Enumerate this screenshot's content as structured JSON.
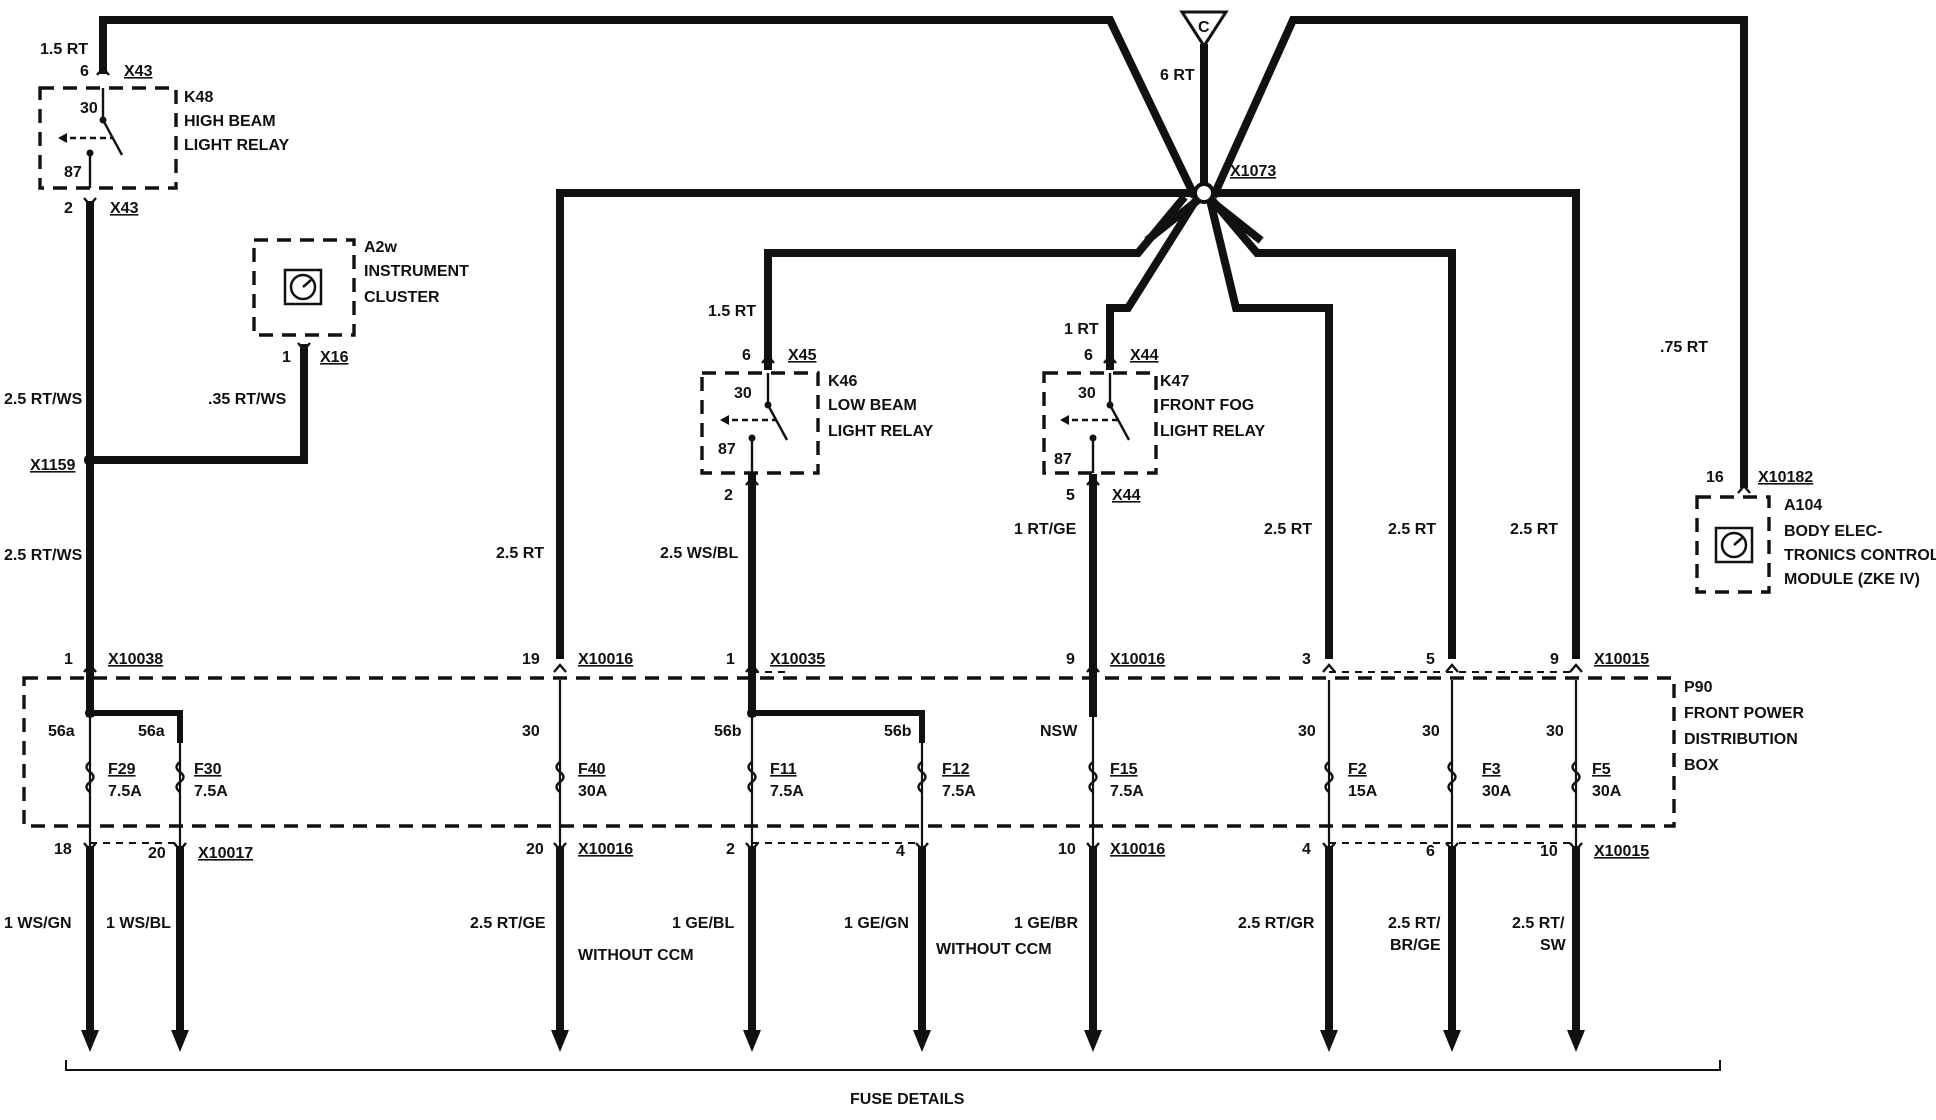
{
  "fuse_box": {
    "name": "P90",
    "label_lines": [
      "FRONT POWER",
      "DISTRIBUTION",
      "BOX"
    ]
  },
  "relays": {
    "k48_high": {
      "name": "K48",
      "lines": [
        "HIGH BEAM",
        "LIGHT RELAY"
      ],
      "pins": [
        "30",
        "87"
      ],
      "conn_top_pin": "6",
      "conn_top": "X43",
      "conn_bot_pin": "2",
      "conn_bot": "X43",
      "wire_top": "1.5 RT"
    },
    "k46_low": {
      "name": "K46",
      "lines": [
        "LOW BEAM",
        "LIGHT RELAY"
      ],
      "pins": [
        "30",
        "87"
      ],
      "conn_top_pin": "6",
      "conn_top": "X45",
      "conn_bot_pin": "2",
      "wire_top": "1.5 RT"
    },
    "k47_fog": {
      "name": "K47",
      "lines": [
        "FRONT FOG",
        "LIGHT RELAY"
      ],
      "pins": [
        "30",
        "87"
      ],
      "conn_top_pin": "6",
      "conn_top": "X44",
      "conn_bot_pin": "5",
      "conn_bot": "X44",
      "wire_top": "1 RT"
    }
  },
  "modules": {
    "instrument_cluster": {
      "name": "A2w",
      "lines": [
        "INSTRUMENT",
        "CLUSTER"
      ],
      "pin": "1",
      "conn": "X16",
      "wire": ".35 RT/WS"
    },
    "zke": {
      "name": "A104",
      "lines": [
        "BODY ELEC-",
        "TRONICS CONTROL",
        "MODULE (ZKE IV)"
      ],
      "pin": "16",
      "conn": "X10182",
      "wire": ".75 RT"
    }
  },
  "splices": {
    "x1073": "X1073",
    "x1159": "X1159",
    "c_source": "C",
    "feed_wire": "6 RT"
  },
  "upper_wires": {
    "k48_out_a": "2.5 RT/WS",
    "k48_out_b": "2.5 RT/WS",
    "f40_in": "2.5 RT",
    "k46_out": "2.5 WS/BL",
    "k47_out": "1 RT/GE",
    "f2_in": "2.5 RT",
    "f3_in": "2.5 RT",
    "f5_in": "2.5 RT"
  },
  "top_connectors": [
    {
      "pin": "1",
      "conn": "X10038"
    },
    {
      "pin": "19",
      "conn": "X10016"
    },
    {
      "pin": "1",
      "conn": "X10035"
    },
    {
      "pin": "9",
      "conn": "X10016"
    },
    {
      "pin": "3"
    },
    {
      "pin": "5"
    },
    {
      "pin": "9",
      "conn": "X10015"
    }
  ],
  "fuses": [
    {
      "term": "56a",
      "name": "F29",
      "amps": "7.5A"
    },
    {
      "term": "56a",
      "name": "F30",
      "amps": "7.5A"
    },
    {
      "term": "30",
      "name": "F40",
      "amps": "30A"
    },
    {
      "term": "56b",
      "name": "F11",
      "amps": "7.5A"
    },
    {
      "term": "56b",
      "name": "F12",
      "amps": "7.5A"
    },
    {
      "term": "NSW",
      "name": "F15",
      "amps": "7.5A"
    },
    {
      "term": "30",
      "name": "F2",
      "amps": "15A"
    },
    {
      "term": "30",
      "name": "F3",
      "amps": "30A"
    },
    {
      "term": "30",
      "name": "F5",
      "amps": "30A"
    }
  ],
  "bottom_connectors": [
    {
      "pin": "18"
    },
    {
      "pin": "20",
      "conn": "X10017"
    },
    {
      "pin": "20",
      "conn": "X10016"
    },
    {
      "pin": "2"
    },
    {
      "pin": "4"
    },
    {
      "pin": "10",
      "conn": "X10016"
    },
    {
      "pin": "4"
    },
    {
      "pin": "6"
    },
    {
      "pin": "10",
      "conn": "X10015"
    }
  ],
  "outputs": [
    {
      "wire": "1 WS/GN"
    },
    {
      "wire": "1 WS/BL"
    },
    {
      "wire": "2.5 RT/GE",
      "note": "WITHOUT CCM"
    },
    {
      "wire": "1 GE/BL"
    },
    {
      "wire": "1 GE/GN",
      "note": "WITHOUT CCM"
    },
    {
      "wire": "1 GE/BR"
    },
    {
      "wire": "2.5 RT/GR"
    },
    {
      "wire_lines": [
        "2.5 RT/",
        "BR/GE"
      ]
    },
    {
      "wire_lines": [
        "2.5 RT/",
        "SW"
      ]
    }
  ],
  "footer": "FUSE DETAILS"
}
